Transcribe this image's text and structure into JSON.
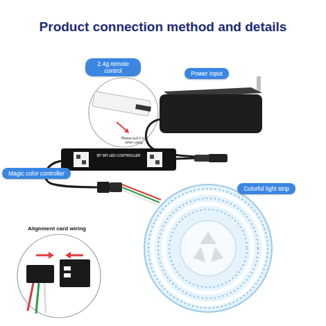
{
  "diagram": {
    "title": "Product connection method and details",
    "nodes": [
      {
        "text": [
          "2.4g remote control"
        ]
      },
      {
        "text": [
          "Power Input"
        ]
      },
      {
        "text": [
          "Magic color controller"
        ]
      },
      {
        "text": [
          "Colorful light strip"
        ]
      }
    ],
    "labels": [
      "Please pull it out when using",
      "BT SPI LED CONTROLLER",
      "Alignment card wiring"
    ]
  }
}
